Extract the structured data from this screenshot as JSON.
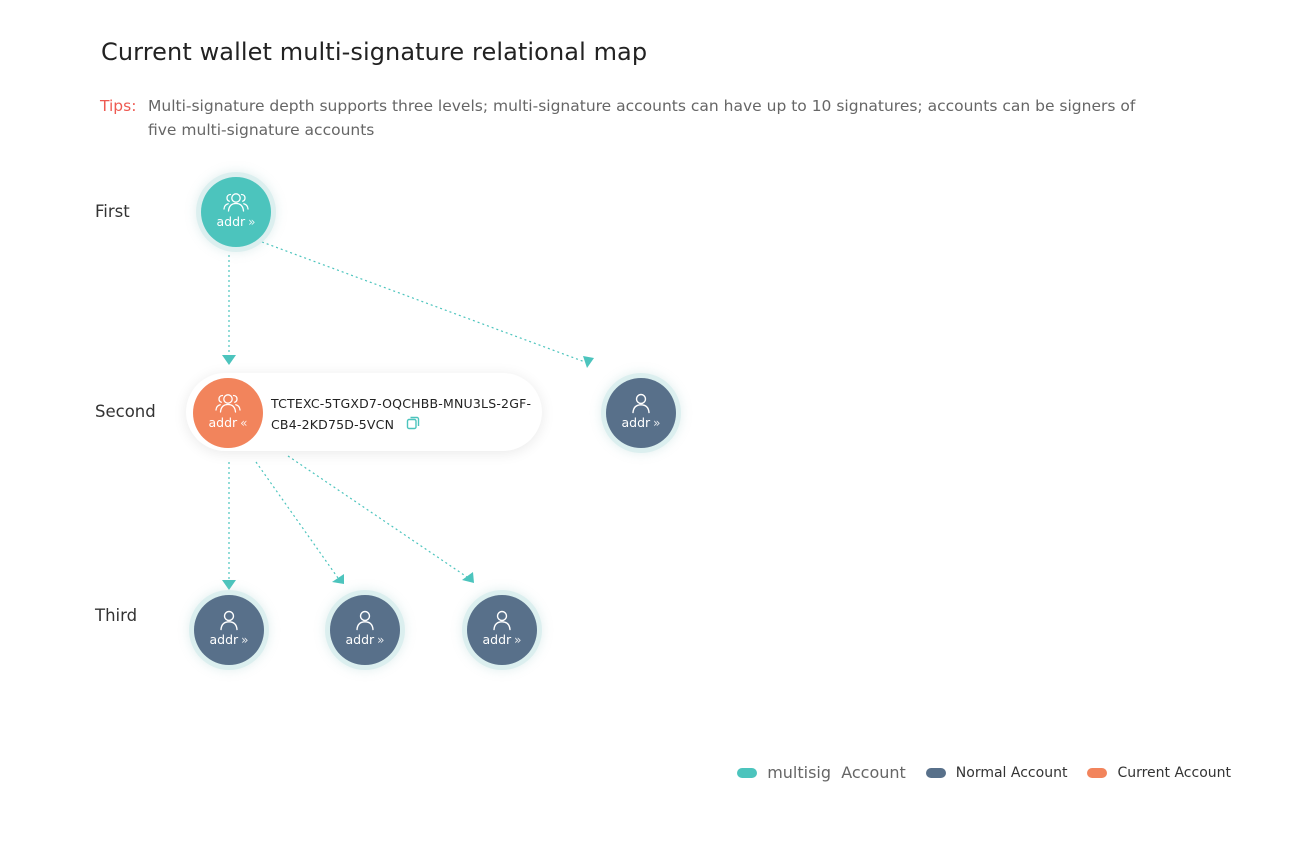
{
  "title": "Current wallet multi-signature relational map",
  "tips": {
    "label": "Tips:",
    "text": "Multi-signature depth supports three levels; multi-signature accounts can have up to 10 signatures; accounts can be signers of five multi-signature accounts"
  },
  "levels": [
    "First",
    "Second",
    "Third"
  ],
  "nodes": {
    "first": {
      "label": "addr",
      "chevron": "»",
      "type": "multisig",
      "icon": "group-icon"
    },
    "second_current": {
      "label": "addr",
      "chevron": "«",
      "type": "current",
      "icon": "group-icon",
      "full_address": "TCTEXC-5TGXD7-OQCHBB-MNU3LS-2GF-CB4-2KD75D-5VCN"
    },
    "second_normal": {
      "label": "addr",
      "chevron": "»",
      "type": "normal",
      "icon": "user-icon"
    },
    "third": [
      {
        "label": "addr",
        "chevron": "»",
        "type": "normal",
        "icon": "user-icon"
      },
      {
        "label": "addr",
        "chevron": "»",
        "type": "normal",
        "icon": "user-icon"
      },
      {
        "label": "addr",
        "chevron": "»",
        "type": "normal",
        "icon": "user-icon"
      }
    ]
  },
  "legend": [
    {
      "label": "multisig  Account",
      "color": "#4cc4bd"
    },
    {
      "label": "Normal Account",
      "color": "#58708a"
    },
    {
      "label": "Current Account",
      "color": "#f2845c"
    }
  ],
  "colors": {
    "multisig": "#4cc4bd",
    "normal": "#58708a",
    "current": "#f2845c",
    "edge": "#4cc4bd",
    "tips_label": "#ee5a52"
  }
}
